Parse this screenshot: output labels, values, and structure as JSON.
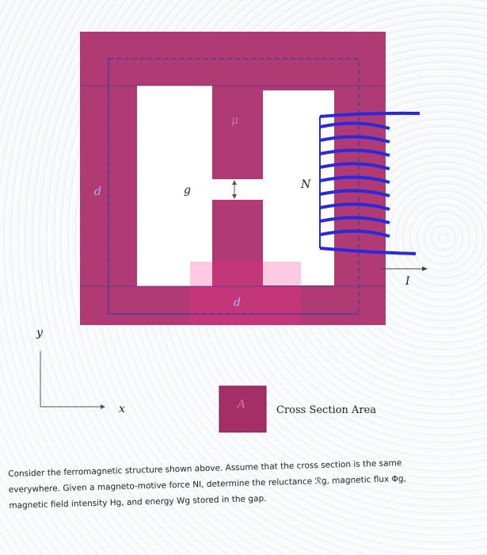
{
  "labels": {
    "mu": "μ",
    "g": "g",
    "N": "N",
    "d_left": "d",
    "d_bottom": "d",
    "I": "I",
    "y": "y",
    "x": "x",
    "A": "A"
  },
  "caption": "Cross Section Area",
  "problem": {
    "line1": "Consider the ferromagnetic structure shown above.  Assume that the cross section is the same",
    "line2": "everywhere.  Given a magneto-motive force NI, determine the reluctance ℛg, magnetic flux Φg,",
    "line3": "magnetic field intensity Hg, and energy Wg stored in the gap."
  },
  "colors": {
    "core": "#b03a74",
    "core_dark": "#8f2a5c",
    "coil": "#2a2ad8",
    "dashed": "#3a3a9a"
  }
}
